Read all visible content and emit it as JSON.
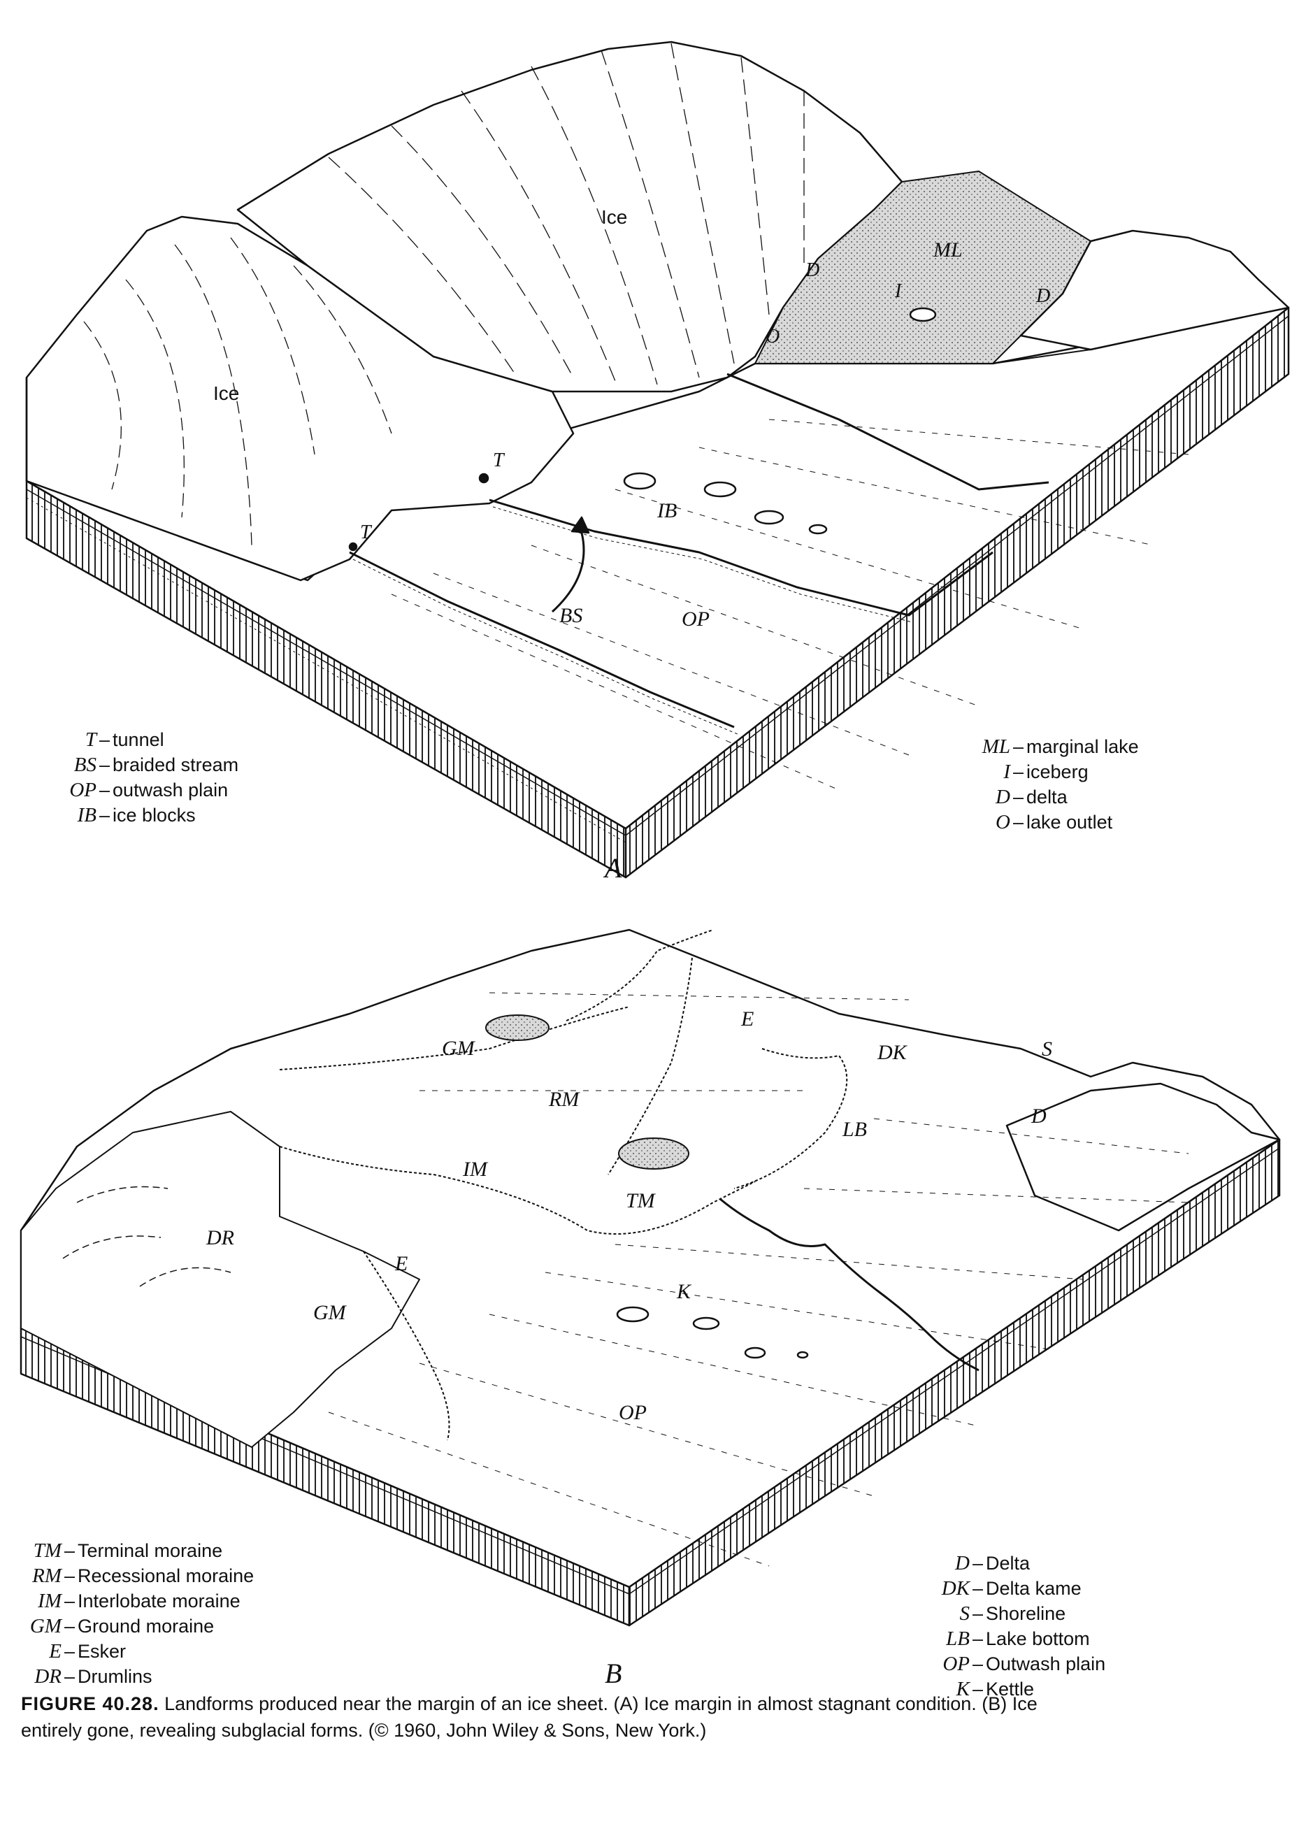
{
  "panel_a": {
    "letter": "A",
    "map_labels": {
      "ice_left": "Ice",
      "ice_right": "Ice",
      "tunnel_1": "T",
      "tunnel_2": "T",
      "braided_stream": "BS",
      "outwash_plain": "OP",
      "ice_blocks": "IB",
      "marginal_lake": "ML",
      "iceberg": "I",
      "delta_1": "D",
      "delta_2": "D",
      "lake_outlet": "O"
    },
    "legend_left": [
      {
        "abbr": "T",
        "term": "tunnel"
      },
      {
        "abbr": "BS",
        "term": "braided stream"
      },
      {
        "abbr": "OP",
        "term": "outwash plain"
      },
      {
        "abbr": "IB",
        "term": "ice blocks"
      }
    ],
    "legend_right": [
      {
        "abbr": "ML",
        "term": "marginal lake"
      },
      {
        "abbr": "I",
        "term": "iceberg"
      },
      {
        "abbr": "D",
        "term": "delta"
      },
      {
        "abbr": "O",
        "term": "lake outlet"
      }
    ]
  },
  "panel_b": {
    "letter": "B",
    "map_labels": {
      "gm_upper": "GM",
      "rm": "RM",
      "im": "IM",
      "tm": "TM",
      "e_upper": "E",
      "dk": "DK",
      "s": "S",
      "d": "D",
      "lb": "LB",
      "dr": "DR",
      "e_lower": "E",
      "gm_lower": "GM",
      "k": "K",
      "op": "OP"
    },
    "legend_left": [
      {
        "abbr": "TM",
        "term": "Terminal moraine"
      },
      {
        "abbr": "RM",
        "term": "Recessional moraine"
      },
      {
        "abbr": "IM",
        "term": "Interlobate moraine"
      },
      {
        "abbr": "GM",
        "term": "Ground moraine"
      },
      {
        "abbr": "E",
        "term": "Esker"
      },
      {
        "abbr": "DR",
        "term": "Drumlins"
      }
    ],
    "legend_right": [
      {
        "abbr": "D",
        "term": "Delta"
      },
      {
        "abbr": "DK",
        "term": "Delta kame"
      },
      {
        "abbr": "S",
        "term": "Shoreline"
      },
      {
        "abbr": "LB",
        "term": "Lake bottom"
      },
      {
        "abbr": "OP",
        "term": "Outwash plain"
      },
      {
        "abbr": "K",
        "term": "Kettle"
      }
    ]
  },
  "caption": {
    "figure_number": "FIGURE 40.28.",
    "text": "Landforms produced near the margin of an ice sheet. (A) Ice margin in almost stagnant condition. (B) Ice entirely gone, revealing subglacial forms. (© 1960, John Wiley & Sons, New York.)"
  }
}
